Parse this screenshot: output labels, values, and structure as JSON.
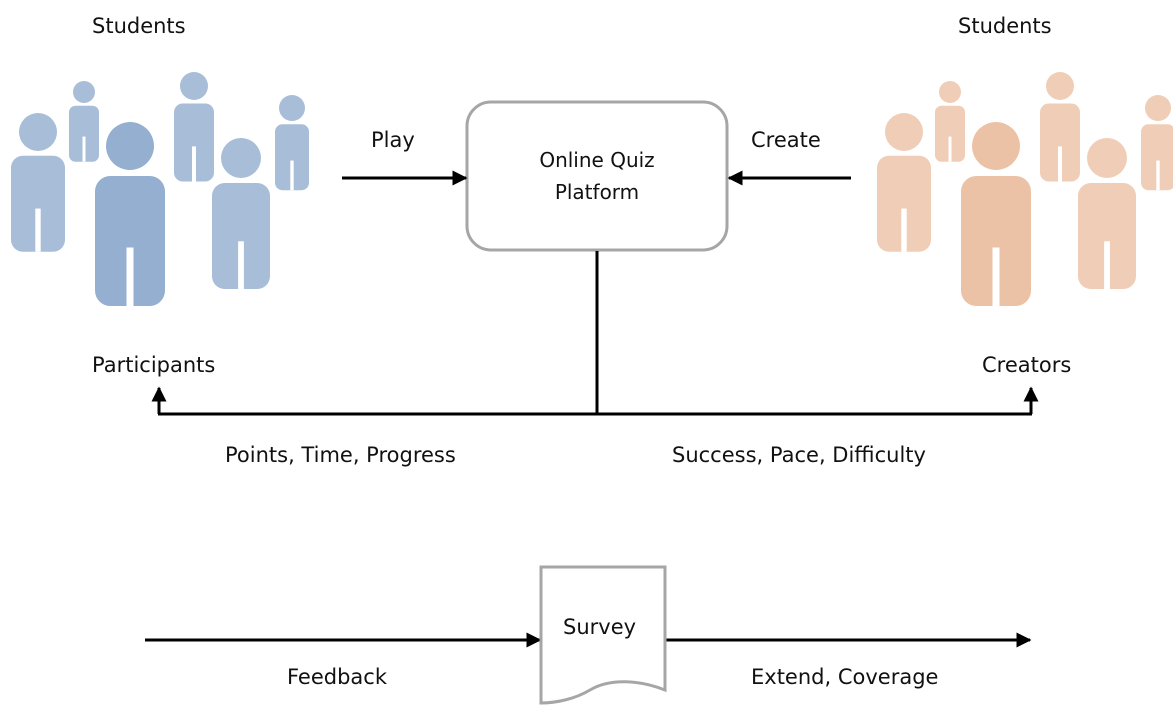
{
  "left_group": {
    "title": "Students",
    "role_label": "Participants",
    "color": "#a7bdd8",
    "color_dark": "#94afd0"
  },
  "right_group": {
    "title": "Students",
    "role_label": "Creators",
    "color": "#f0cdb7",
    "color_dark": "#ecc2a7"
  },
  "platform": {
    "line1": "Online Quiz",
    "line2": "Platform",
    "border_color": "#a6a6a6"
  },
  "arrows": {
    "play": "Play",
    "create": "Create",
    "participant_metrics": "Points, Time, Progress",
    "creator_metrics": "Success, Pace, Difficulty",
    "feedback": "Feedback",
    "extend": "Extend, Coverage"
  },
  "survey": {
    "label": "Survey",
    "border_color": "#a6a6a6"
  }
}
